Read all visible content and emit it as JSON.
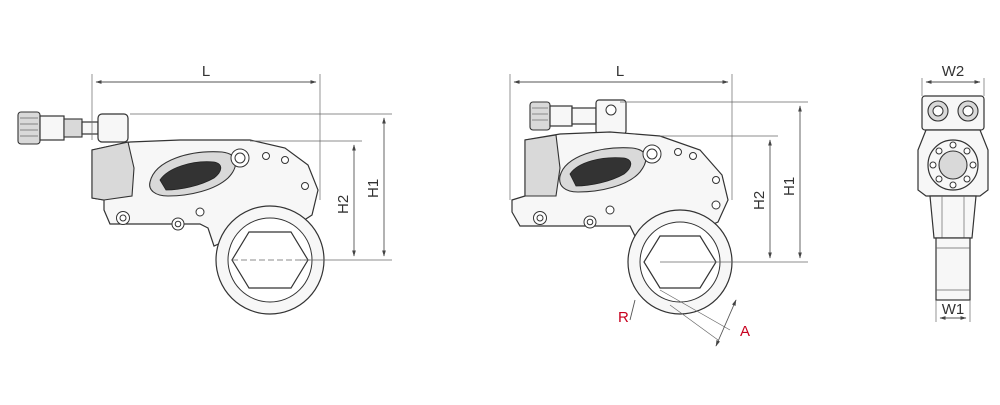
{
  "views": {
    "side_view_1": {
      "label_L": "L",
      "label_H1": "H1",
      "label_H2": "H2"
    },
    "side_view_2": {
      "label_L": "L",
      "label_H1": "H1",
      "label_H2": "H2",
      "label_R": "R",
      "label_A": "A"
    },
    "end_view": {
      "label_W1": "W1",
      "label_W2": "W2"
    }
  },
  "colors": {
    "line": "#333333",
    "dimension": "#555555",
    "highlight_label": "#c8001e"
  }
}
